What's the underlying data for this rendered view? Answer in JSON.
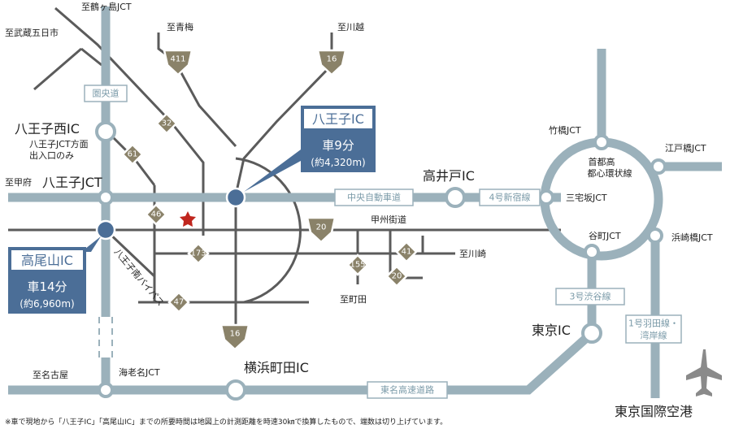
{
  "places": {
    "tsurugashima_jct": "至鶴ヶ島JCT",
    "musashi_itsukaichi": "至武蔵五日市",
    "oume": "至青梅",
    "kawagoe": "至川越",
    "hachioji_nishi_ic": "八王子西IC",
    "hachioji_nishi_note1": "八王子JCT方面",
    "hachioji_nishi_note2": "出入口のみ",
    "koufu": "至甲府",
    "hachioji_jct": "八王子JCT",
    "takaido_ic": "高井戸IC",
    "takebashi_jct": "竹橋JCT",
    "edobashi_jct": "江戸橋JCT",
    "shuto_loop_1": "首都高",
    "shuto_loop_2": "都心環状線",
    "sanzakazaka_jct": "三宅坂JCT",
    "tanimachi_jct": "谷町JCT",
    "hamazakibashi_jct": "浜崎橋JCT",
    "koshu_kaido": "甲州街道",
    "kawasaki": "至川崎",
    "machida": "至町田",
    "bypass": "八王子南バイパス",
    "tokyo_ic": "東京IC",
    "yokohama_machida_ic": "横浜町田IC",
    "nagoya": "至名古屋",
    "ebina_jct": "海老名JCT",
    "haneda_airport": "東京国際空港"
  },
  "tags": {
    "kenodo": "圏央道",
    "chuo": "中央自動車道",
    "shinjuku4": "4号新宿線",
    "shibuya3": "3号渋谷線",
    "haneda1_a": "1号羽田線・",
    "haneda1_b": "湾岸線",
    "tomei": "東名高速道路"
  },
  "shields": {
    "r411": "411",
    "r16_top": "16",
    "r32": "32",
    "r61": "61",
    "r46": "46",
    "r20_a": "20",
    "r173": "173",
    "r155": "155",
    "r41": "41",
    "r20_b": "20",
    "r47": "47",
    "r16_bottom": "16"
  },
  "callouts": {
    "hachioji": {
      "name": "八王子IC",
      "line1": "車9分",
      "line2": "(約4,320m)"
    },
    "takao": {
      "name": "高尾山IC",
      "line1": "車14分",
      "line2": "(約6,960m)"
    }
  },
  "footnote": "※車で現地から「八王子IC」「高尾山IC」までの所要時間は地図上の計測距離を時速30㎞で換算したもので、端数は切り上げています。",
  "colors": {
    "expressway": "#9bb1bb",
    "local_road": "#5b5b5b",
    "shield": "#8a8269",
    "callout": "#4b6e97",
    "current_location": "#c0261e"
  },
  "icons": {
    "current_location": "star-icon",
    "airport": "airplane-icon"
  }
}
